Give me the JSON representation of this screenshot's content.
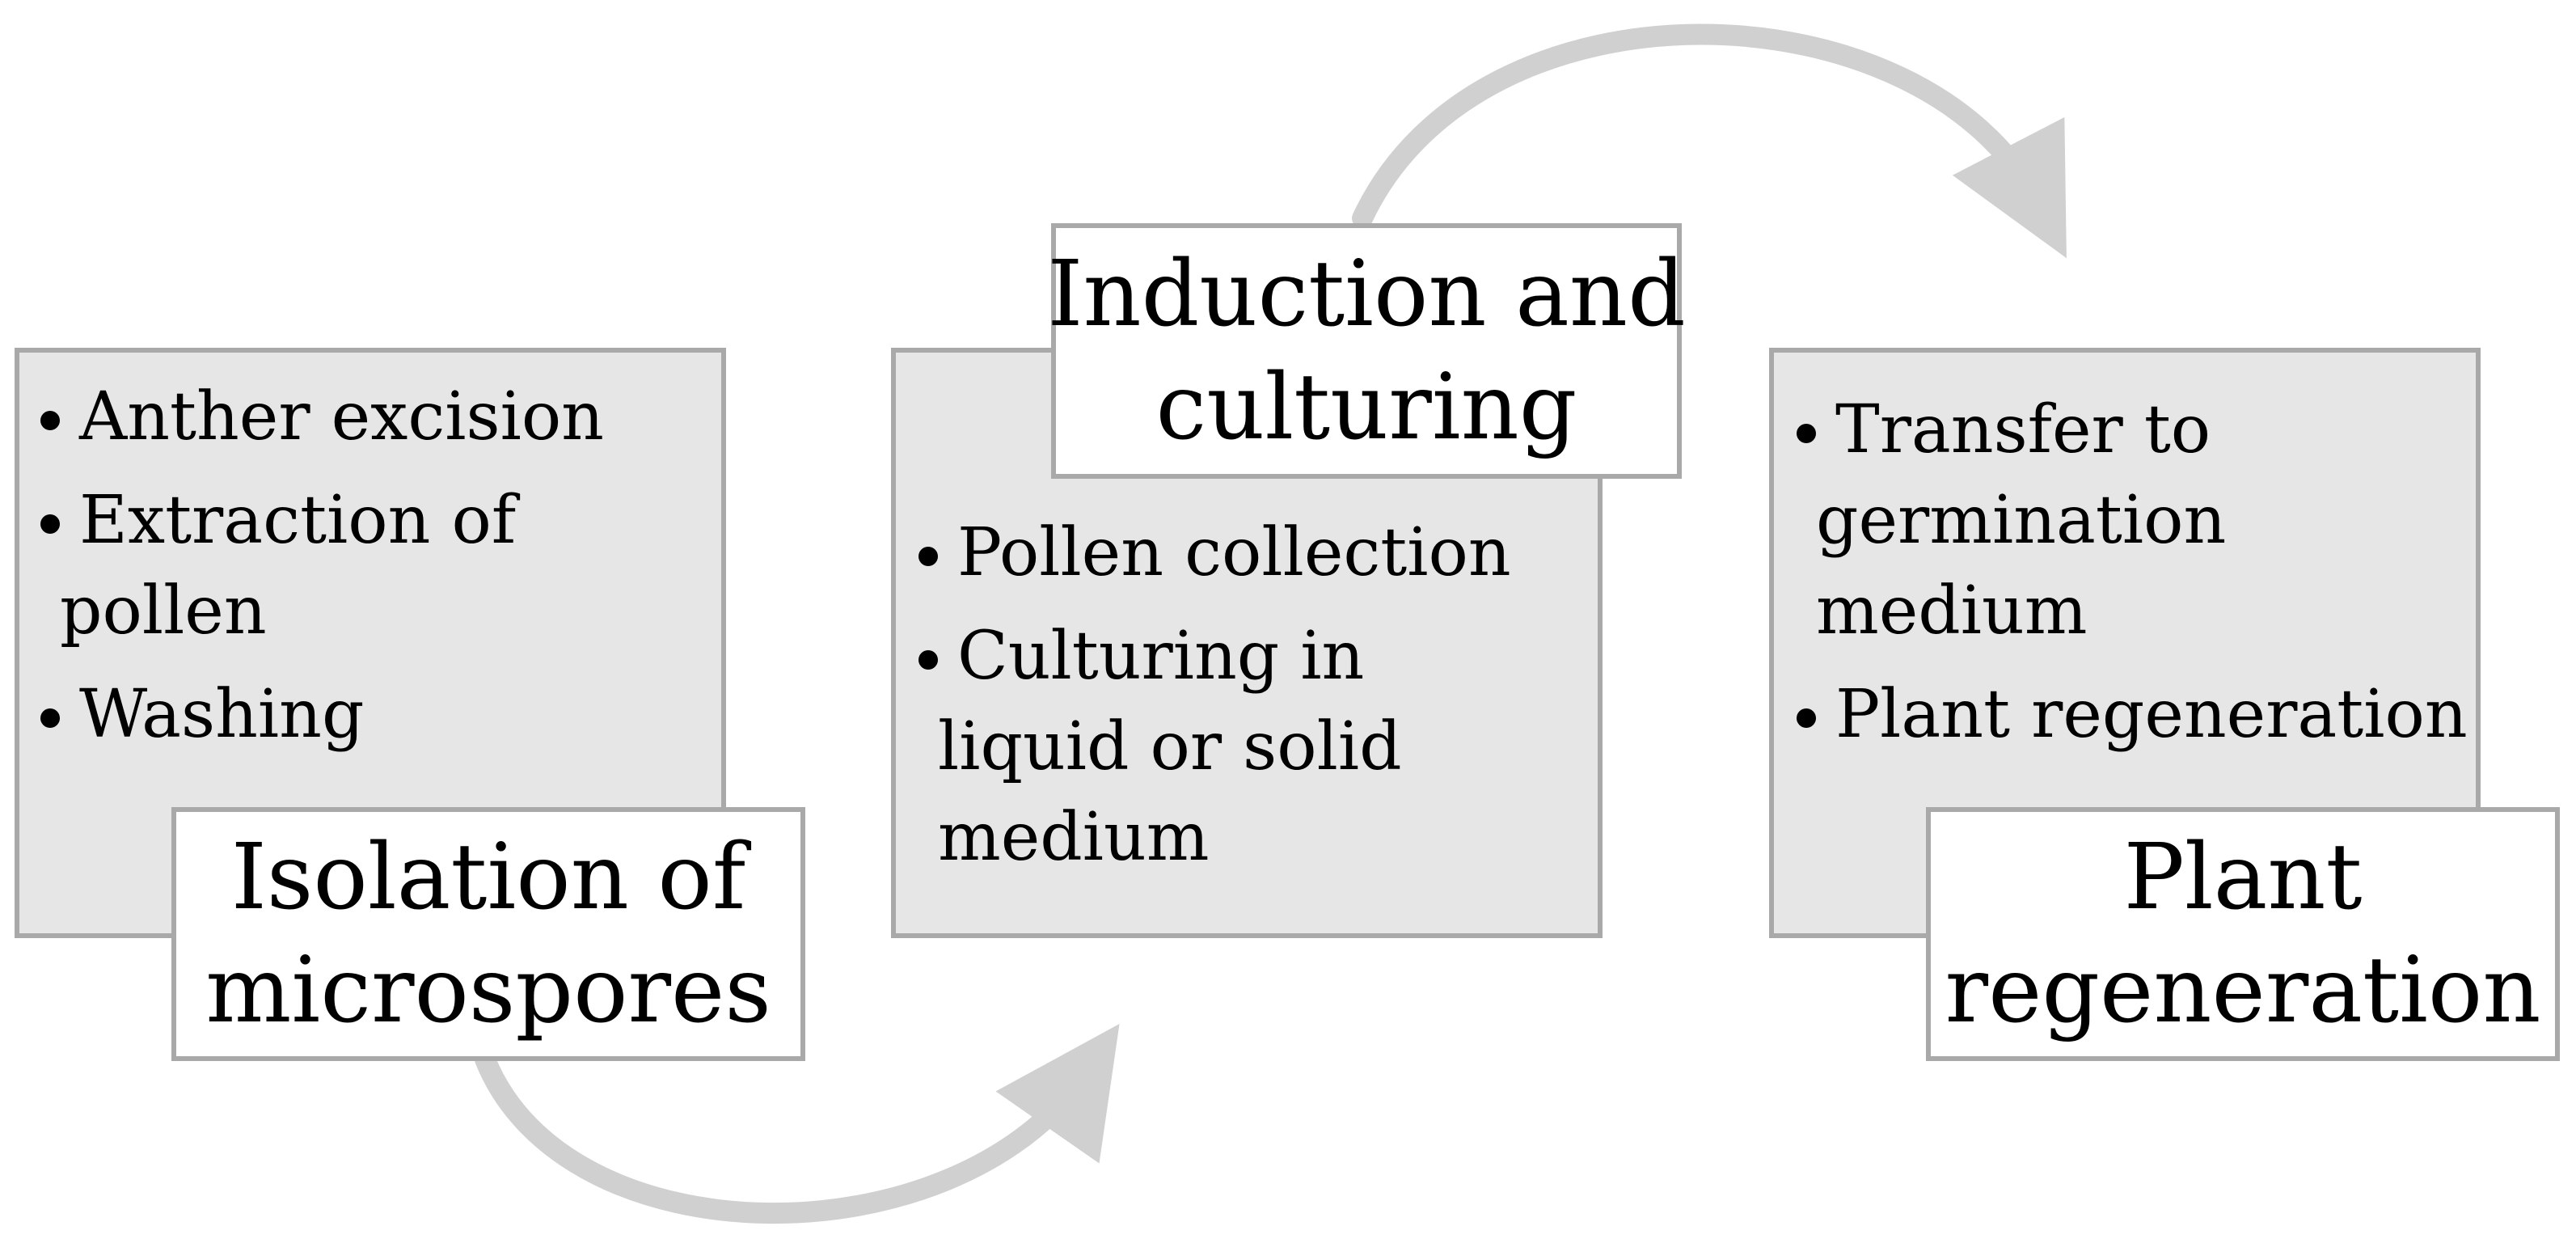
{
  "steps": [
    {
      "title_lines": [
        "Isolation of",
        "microspores"
      ],
      "bullets": [
        {
          "lines": [
            "Anther excision"
          ]
        },
        {
          "lines": [
            "Extraction of",
            "pollen"
          ]
        },
        {
          "lines": [
            "Washing"
          ]
        }
      ]
    },
    {
      "title_lines": [
        "Induction and",
        "culturing"
      ],
      "bullets": [
        {
          "lines": [
            "Pollen collection"
          ]
        },
        {
          "lines": [
            "Culturing in",
            "liquid or solid",
            "medium"
          ]
        }
      ]
    },
    {
      "title_lines": [
        "Plant",
        "regeneration"
      ],
      "bullets": [
        {
          "lines": [
            "Transfer to",
            "germination",
            "medium"
          ]
        },
        {
          "lines": [
            "Plant regeneration"
          ]
        }
      ]
    }
  ],
  "colors": {
    "box_fill": "#e6e6e6",
    "border": "#a9a9a9",
    "arrow": "#d0d0d0"
  }
}
